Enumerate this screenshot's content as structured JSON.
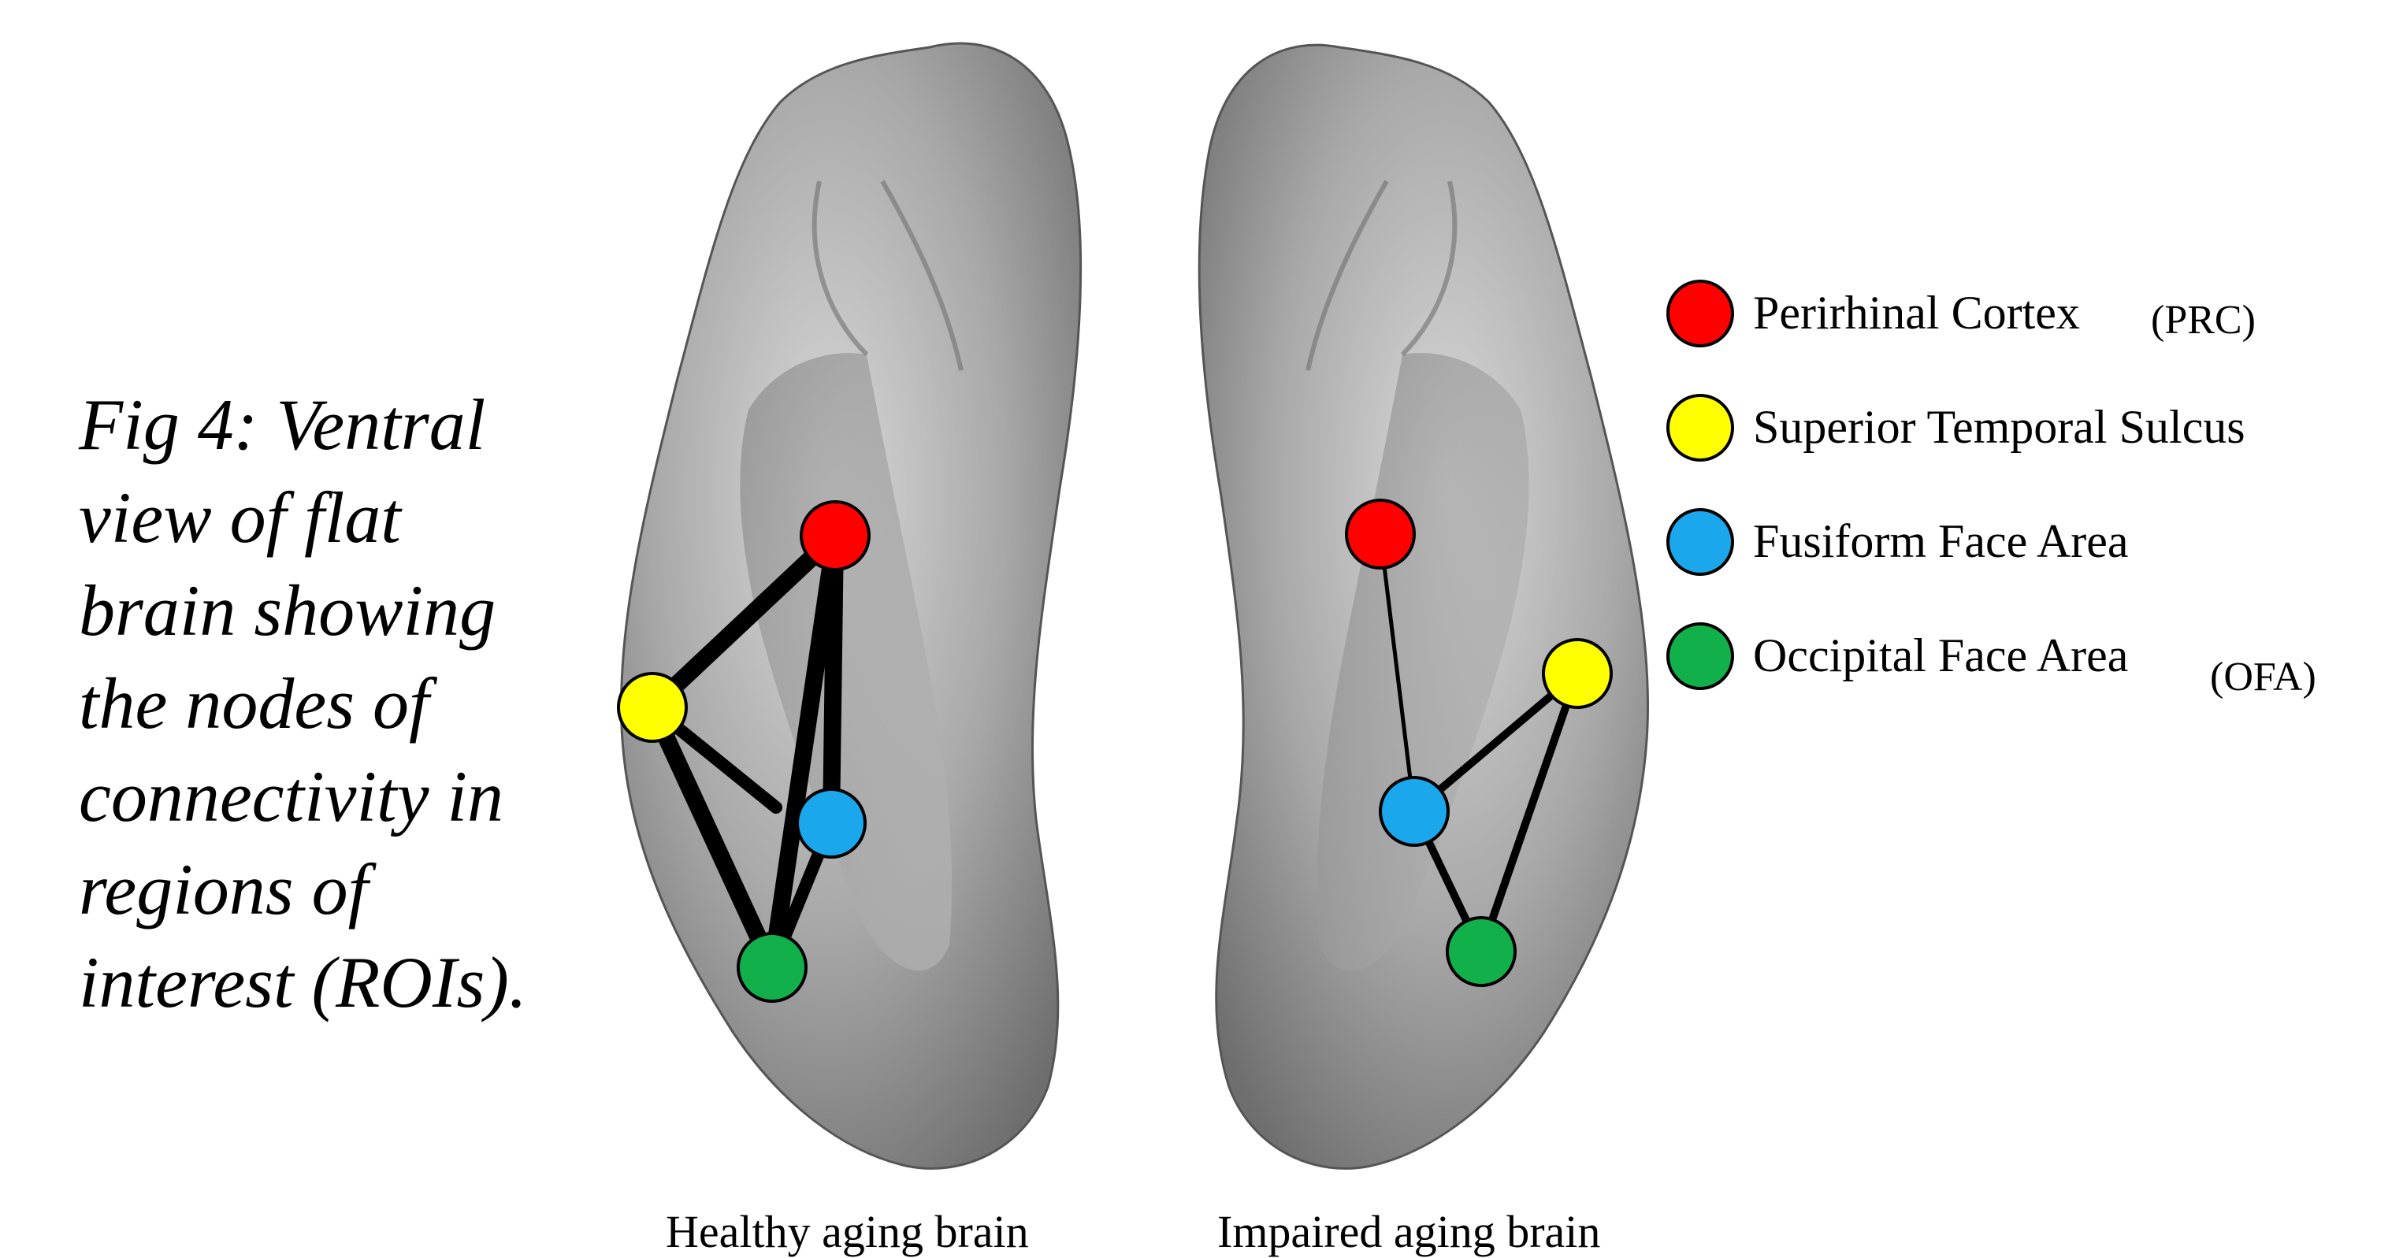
{
  "caption": {
    "lines": [
      "Fig 4: Ventral",
      "view of flat",
      "brain showing",
      "the nodes of",
      "connectivity in",
      "regions of",
      "interest (ROIs)."
    ]
  },
  "brains": {
    "healthy_label": "Healthy aging brain",
    "impaired_label": "Impaired aging brain"
  },
  "legend": {
    "items": [
      {
        "label": "Perirhinal Cortex",
        "abbr": "(PRC)",
        "color": "#ff0000"
      },
      {
        "label": "Superior Temporal Sulcus",
        "abbr": "",
        "color": "#ffff00"
      },
      {
        "label": "Fusiform Face Area",
        "abbr": "",
        "color": "#1aa7ec"
      },
      {
        "label": "Occipital Face Area",
        "abbr": "(OFA)",
        "color": "#12b04a"
      }
    ]
  },
  "colors": {
    "cortex": "#9a9a9a",
    "cortex_light": "#cfcfcf",
    "edge": "#000000"
  }
}
